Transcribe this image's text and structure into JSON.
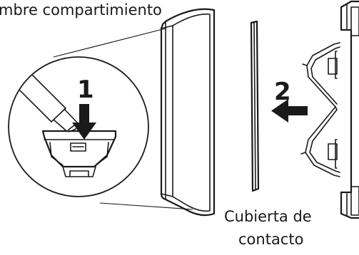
{
  "labels": {
    "top_caption": "mbre compartimiento",
    "step_one": "1",
    "step_two": "2",
    "part_line1": "Cubierta de",
    "part_line2": "contacto"
  },
  "icons": {
    "screwdriver": "screwdriver-icon",
    "arrow_down": "arrow-down-icon",
    "arrow_left": "arrow-left-icon"
  }
}
